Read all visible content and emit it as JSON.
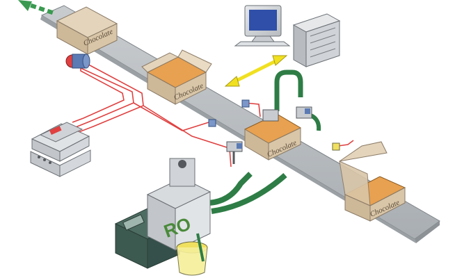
{
  "boxes": {
    "label": "Chocolate"
  },
  "melter": {
    "brand_fragment": "RO"
  },
  "colors": {
    "belt": "#b9bdc0",
    "cardboard": "#d9c6a8",
    "chocolate_bar": "#e8a150",
    "signal_wire": "#e04040",
    "hose": "#2e7d46",
    "flow_arrow": "#3a9a50",
    "data_link_arrow": "#f0e020",
    "melter_body": "#3d5a50",
    "glue_pot": "#f0e060"
  },
  "icons": [
    "flow-direction-arrow",
    "photo-sensor-icon",
    "computer-monitor-icon",
    "network-rack-icon",
    "bidirectional-data-arrow",
    "control-unit-icon",
    "hot-melt-unit-icon",
    "glue-bucket-icon"
  ]
}
